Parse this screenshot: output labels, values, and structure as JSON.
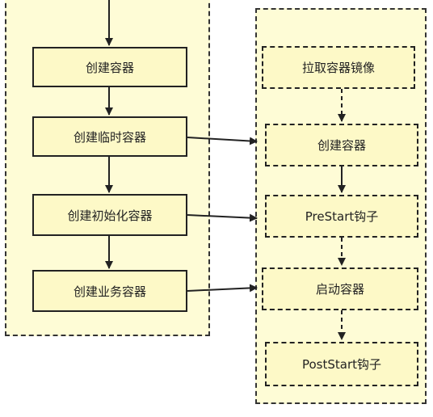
{
  "left_flow": {
    "steps": [
      {
        "label": "创建容器"
      },
      {
        "label": "创建临时容器"
      },
      {
        "label": "创建初始化容器"
      },
      {
        "label": "创建业务容器"
      }
    ]
  },
  "right_flow": {
    "steps": [
      {
        "label": "拉取容器镜像"
      },
      {
        "label": "创建容器"
      },
      {
        "label": "PreStart钩子"
      },
      {
        "label": "启动容器"
      },
      {
        "label": "PostStart钩子"
      }
    ]
  },
  "colors": {
    "panel_fill": "#fefcd6",
    "box_fill": "#fdf9c7",
    "stroke": "#222222"
  }
}
